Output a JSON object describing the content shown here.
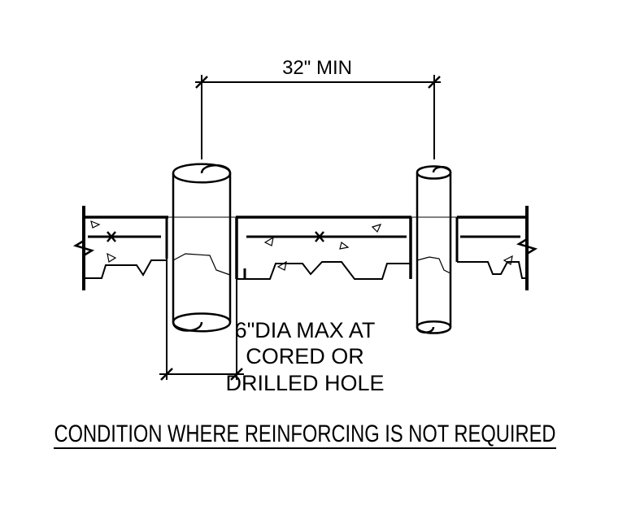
{
  "dimension_label": "32\" MIN",
  "note_lines": [
    "6\"DIA MAX AT",
    "CORED OR",
    "DRILLED HOLE"
  ],
  "title": "CONDITION WHERE REINFORCING IS NOT REQUIRED",
  "colors": {
    "ink": "#000000",
    "background": "#ffffff"
  }
}
